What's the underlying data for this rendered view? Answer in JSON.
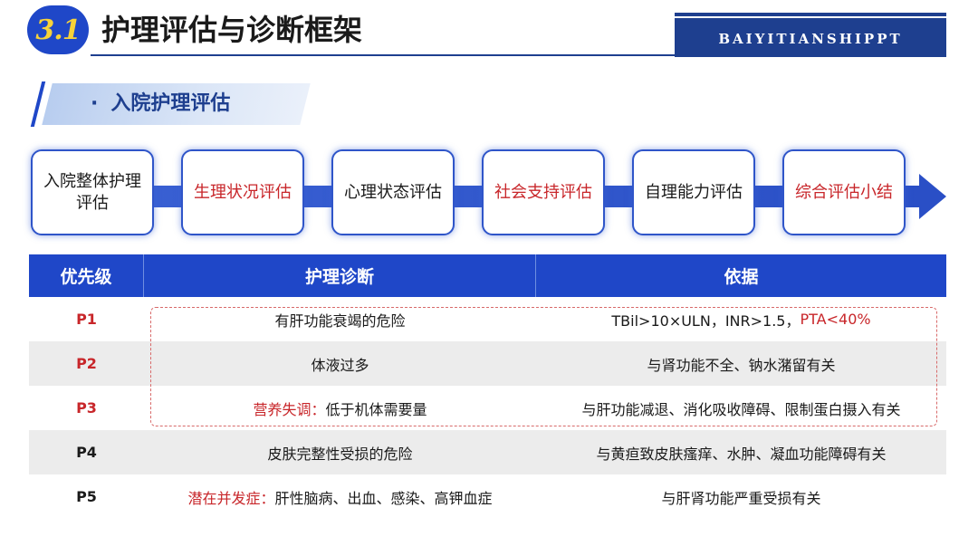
{
  "header": {
    "section_number": "3.1",
    "title": "护理评估与诊断框架",
    "brand": "BAIYITIANSHIPPT"
  },
  "subtitle": {
    "bullet": "·",
    "text": "入院护理评估"
  },
  "flow": {
    "steps": [
      {
        "label": "入院整体护理评估",
        "highlight": false
      },
      {
        "label": "生理状况评估",
        "highlight": true
      },
      {
        "label": "心理状态评估",
        "highlight": false
      },
      {
        "label": "社会支持评估",
        "highlight": true
      },
      {
        "label": "自理能力评估",
        "highlight": false
      },
      {
        "label": "综合评估小结",
        "highlight": true
      }
    ]
  },
  "table": {
    "headers": [
      "优先级",
      "护理诊断",
      "依据"
    ],
    "rows": [
      {
        "priority": "P1",
        "diagnosis_prefix": "",
        "diagnosis": "有肝功能衰竭的危险",
        "basis": "TBil>10×ULN，INR>1.5，",
        "basis_highlight": "PTA<40%"
      },
      {
        "priority": "P2",
        "diagnosis_prefix": "",
        "diagnosis": "体液过多",
        "basis": "与肾功能不全、钠水潴留有关",
        "basis_highlight": ""
      },
      {
        "priority": "P3",
        "diagnosis_prefix": "营养失调：",
        "diagnosis": "低于机体需要量",
        "basis": "与肝功能减退、消化吸收障碍、限制蛋白摄入有关",
        "basis_highlight": ""
      },
      {
        "priority": "P4",
        "diagnosis_prefix": "",
        "diagnosis": "皮肤完整性受损的危险",
        "basis": "与黄疸致皮肤瘙痒、水肿、凝血功能障碍有关",
        "basis_highlight": ""
      },
      {
        "priority": "P5",
        "diagnosis_prefix": "潜在并发症：",
        "diagnosis": "肝性脑病、出血、感染、高钾血症",
        "basis": "与肝肾功能严重受损有关",
        "basis_highlight": ""
      }
    ]
  },
  "colors": {
    "primary_blue": "#1f47c8",
    "dark_blue": "#1e3f8f",
    "accent_red": "#c8262a",
    "badge_yellow": "#f7d23a"
  }
}
